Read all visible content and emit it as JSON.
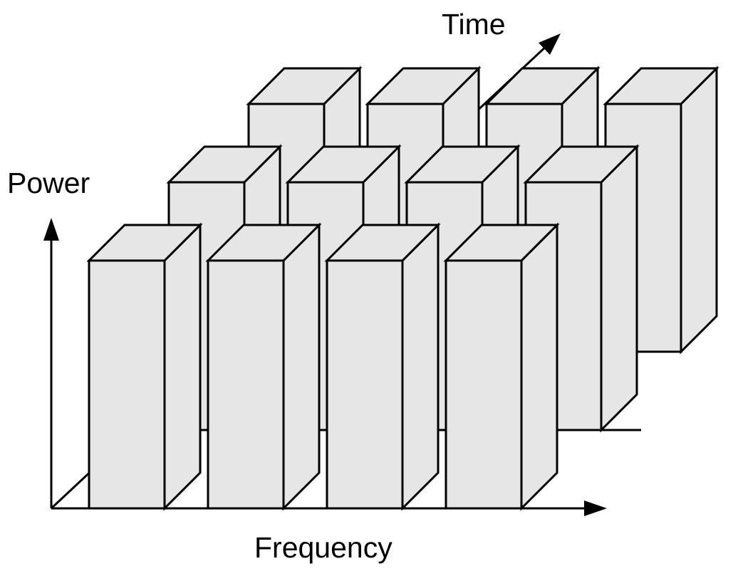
{
  "diagram": {
    "axes": {
      "power_label": "Power",
      "frequency_label": "Frequency",
      "time_label": "Time"
    },
    "grid": {
      "time_rows": 3,
      "frequency_columns": 4
    },
    "colors": {
      "bar_fill": "#e6e6e6",
      "outline": "#000000",
      "background": "#ffffff"
    }
  }
}
